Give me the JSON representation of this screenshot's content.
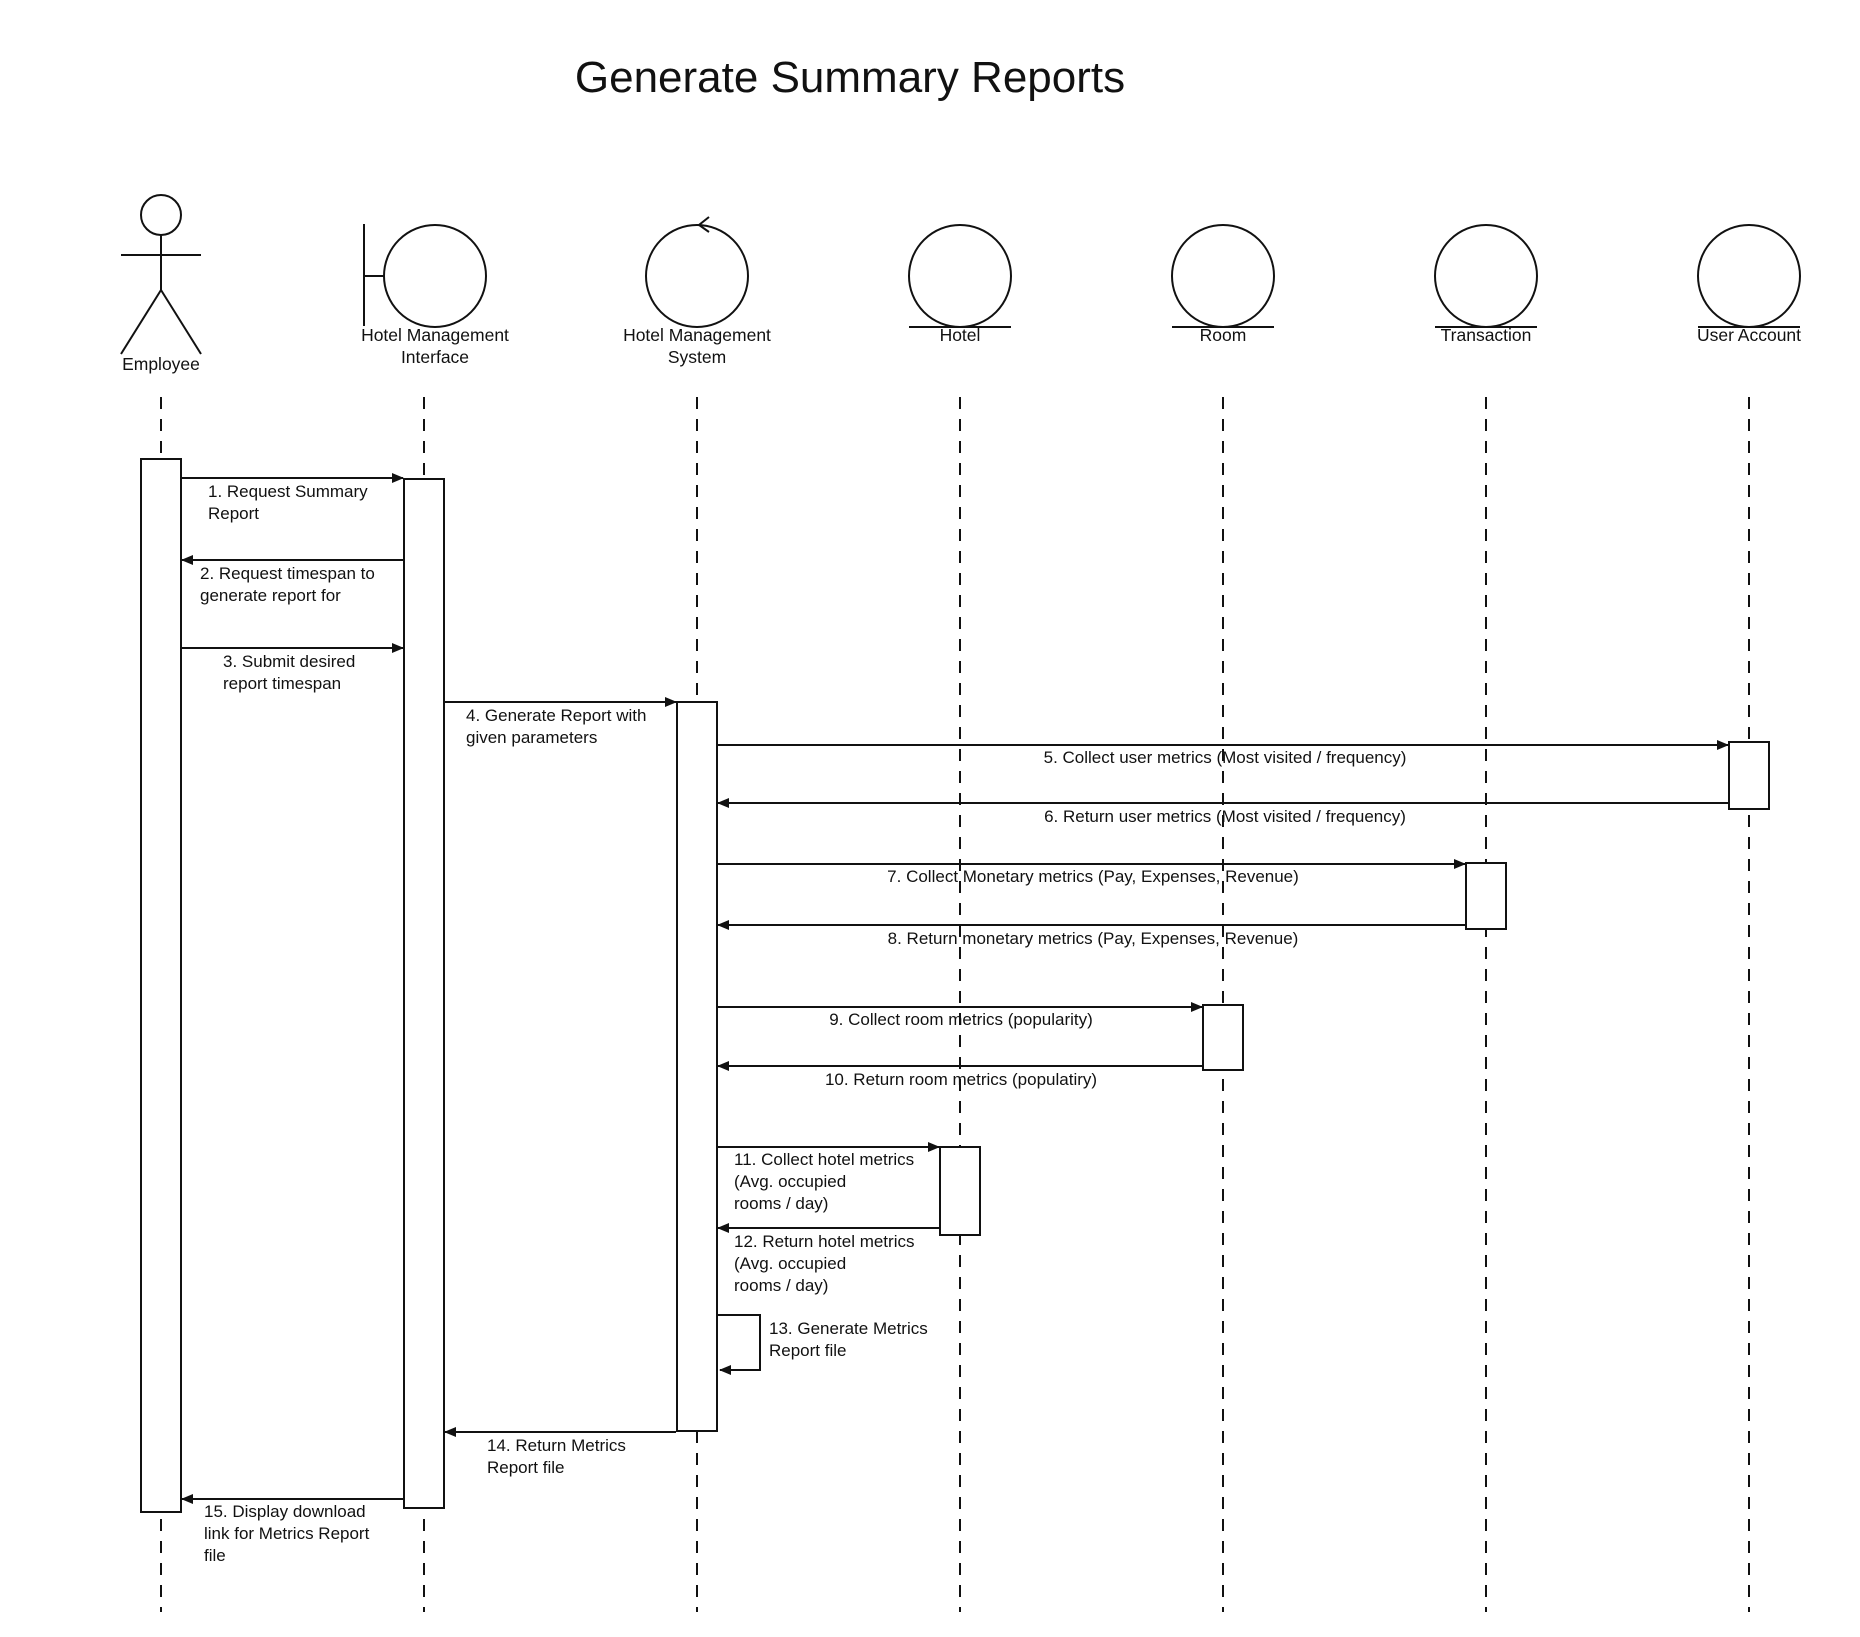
{
  "title": "Generate Summary Reports",
  "participants": [
    {
      "id": "employee",
      "kind": "actor",
      "label_lines": [
        "Employee"
      ]
    },
    {
      "id": "hmi",
      "kind": "boundary",
      "label_lines": [
        "Hotel Management",
        "Interface"
      ]
    },
    {
      "id": "hms",
      "kind": "control",
      "label_lines": [
        "Hotel Management",
        "System"
      ]
    },
    {
      "id": "hotel",
      "kind": "entity",
      "label_lines": [
        "Hotel"
      ]
    },
    {
      "id": "room",
      "kind": "entity",
      "label_lines": [
        "Room"
      ]
    },
    {
      "id": "transaction",
      "kind": "entity",
      "label_lines": [
        "Transaction"
      ]
    },
    {
      "id": "user_account",
      "kind": "entity",
      "label_lines": [
        "User Account"
      ]
    }
  ],
  "messages": [
    {
      "id": "m1",
      "from": "employee",
      "to": "hmi",
      "label_lines": [
        "1. Request Summary",
        "Report"
      ]
    },
    {
      "id": "m2",
      "from": "hmi",
      "to": "employee",
      "label_lines": [
        "2. Request timespan to",
        "generate report for"
      ]
    },
    {
      "id": "m3",
      "from": "employee",
      "to": "hmi",
      "label_lines": [
        "3. Submit desired",
        "report timespan"
      ]
    },
    {
      "id": "m4",
      "from": "hmi",
      "to": "hms",
      "label_lines": [
        "4. Generate Report with",
        "given parameters"
      ]
    },
    {
      "id": "m5",
      "from": "hms",
      "to": "user_account",
      "label_lines": [
        "5. Collect user metrics (Most visited / frequency)"
      ]
    },
    {
      "id": "m6",
      "from": "user_account",
      "to": "hms",
      "label_lines": [
        "6. Return user metrics (Most visited / frequency)"
      ]
    },
    {
      "id": "m7",
      "from": "hms",
      "to": "transaction",
      "label_lines": [
        "7. Collect Monetary metrics (Pay, Expenses, Revenue)"
      ]
    },
    {
      "id": "m8",
      "from": "transaction",
      "to": "hms",
      "label_lines": [
        "8. Return monetary metrics (Pay, Expenses, Revenue)"
      ]
    },
    {
      "id": "m9",
      "from": "hms",
      "to": "room",
      "label_lines": [
        "9. Collect room metrics (popularity)"
      ]
    },
    {
      "id": "m10",
      "from": "room",
      "to": "hms",
      "label_lines": [
        "10. Return room metrics (populatiry)"
      ]
    },
    {
      "id": "m11",
      "from": "hms",
      "to": "hotel",
      "label_lines": [
        "11. Collect hotel metrics",
        "(Avg. occupied",
        "rooms / day)"
      ]
    },
    {
      "id": "m12",
      "from": "hotel",
      "to": "hms",
      "label_lines": [
        "12. Return hotel metrics",
        "(Avg. occupied",
        "rooms / day)"
      ]
    },
    {
      "id": "m13",
      "from": "hms",
      "to": "hms",
      "label_lines": [
        "13. Generate Metrics",
        "Report file"
      ]
    },
    {
      "id": "m14",
      "from": "hms",
      "to": "hmi",
      "label_lines": [
        "14. Return Metrics",
        "Report file"
      ]
    },
    {
      "id": "m15",
      "from": "hmi",
      "to": "employee",
      "label_lines": [
        "15. Display download",
        "link for Metrics Report",
        "file"
      ]
    }
  ]
}
